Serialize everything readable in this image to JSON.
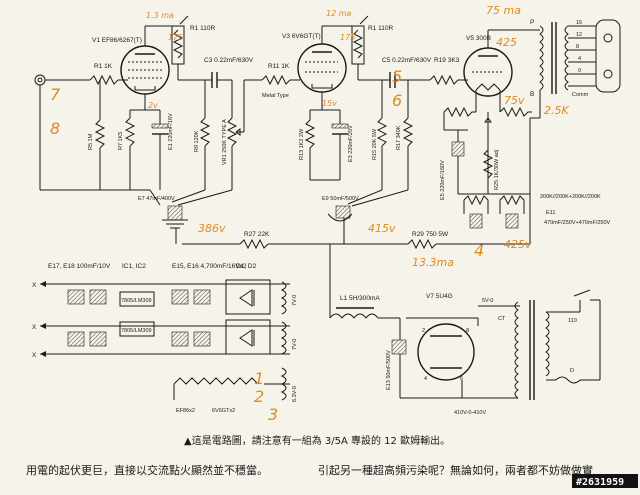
{
  "tubes": {
    "v1": "V1 EF86/6267(T)",
    "v3": "V3 6V6GT(T)",
    "v5": "V5 300B",
    "v7": "V7 5U4G"
  },
  "components": {
    "r1_110r": "R1 110R",
    "r1_1k": "R1 1K",
    "r5": "R5 1M",
    "r7": "R7 1K5",
    "e1": "E1 220mF/16V",
    "r9": "R9 120K",
    "vr1": "VR1 250K TYPE A",
    "c3": "C3 0.22mF/630V",
    "e7": "E7 47mF/400V",
    "r11_110r": "R1 110R",
    "r11": "R11 1K",
    "metal_type": "Metal Type",
    "r13": "R13 1K2 2W",
    "e3": "E3 220mF/25V",
    "r15": "R15 20K 5W",
    "r17": "R17 340K",
    "e9": "E9 50mF/500V",
    "c5": "C5 0.22mF/630V",
    "r19": "R19 3K3",
    "r25": "R25 1K/30W adj",
    "e5": "E5 220mF/160V",
    "r27": "R27 22K",
    "r29": "R29 750 5W",
    "res_chain": "200K//200K+200K//200K",
    "e11_label": "E11",
    "e11_value": "470mF/250V+470mF/250V",
    "e17": "E17, E18 100mF/10V",
    "ic": "IC1, IC2",
    "e15": "E15, E16 4,700mF/16Vx2",
    "d": "D1, D2",
    "reg1": "7805/LM309",
    "reg2": "7805/LM309",
    "v7_0a": "7V-0",
    "v7_0b": "7V-0",
    "v63": "6.3V-0",
    "ef86x2": "EF86x2",
    "6v6x2": "6V6GTx2",
    "l1": "L1 5H/300mA",
    "e13": "E13 50mF/500V",
    "v5_0": "5V-0",
    "ct": "CT",
    "hv": "410V-0-410V",
    "mains": "110",
    "fuse": "D",
    "x1": "X",
    "x2": "X",
    "x3": "X",
    "pin2": "2",
    "pin8": "8",
    "pin4": "4",
    "pin6": "6",
    "p": "P",
    "b": "B",
    "out16": "16",
    "out12": "12",
    "out8": "8",
    "out4": "4",
    "out0": "0",
    "comm": "Comm"
  },
  "handwritten": {
    "v1_current": "1.3 ma",
    "v1_plate": "175",
    "v1_cath": "2v",
    "v3_current": "12 ma",
    "v3_plate": "175",
    "v3_cath": "15v",
    "v5_current": "75 ma",
    "v5_plate": "425",
    "v5_cath": "75v",
    "load": "2.5K",
    "b_plus1": "386v",
    "b_plus2": "415v",
    "b_plus3": "425v",
    "current_r29": "13.3ma",
    "n1": "1",
    "n2": "2",
    "n3": "3",
    "n4": "4",
    "n5": "5",
    "n6": "6",
    "n8": "8"
  },
  "caption": "▲這是電路圖，請注意有一組為 3/5A 專設的 12 歐姆輸出。",
  "bottom_left": "用電的起伏更巨，直接以交流點火顯然並不穩當。",
  "bottom_right": "引起另一種超高頻污染呢？無論如何，兩者都不妨做做實",
  "watermark": "#2631959"
}
